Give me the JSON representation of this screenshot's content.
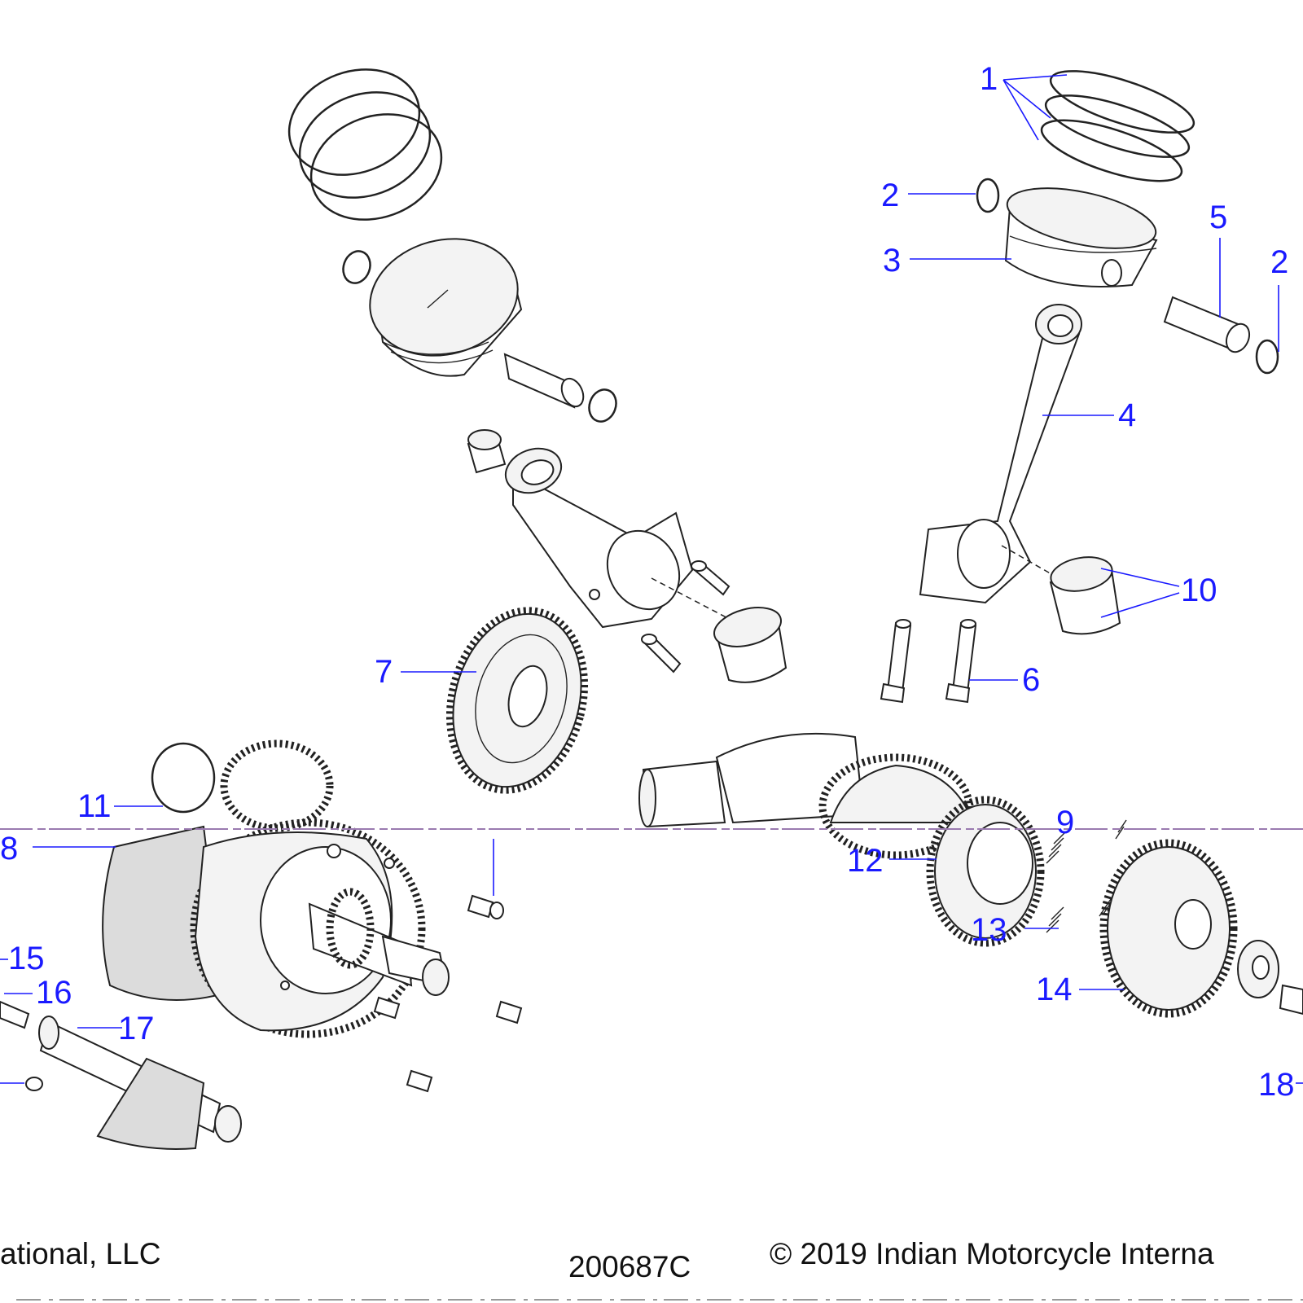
{
  "diagram": {
    "accent_color": "#1a1aff",
    "callouts": [
      "1",
      "2",
      "3",
      "5",
      "2",
      "4",
      "10",
      "6",
      "7",
      "11",
      "8",
      "15",
      "16",
      "17",
      "9",
      "12",
      "13",
      "14",
      "18"
    ],
    "footer": {
      "left_text": "ational, LLC",
      "center_text": "200687C",
      "right_text": "© 2019 Indian Motorcycle Interna"
    }
  }
}
